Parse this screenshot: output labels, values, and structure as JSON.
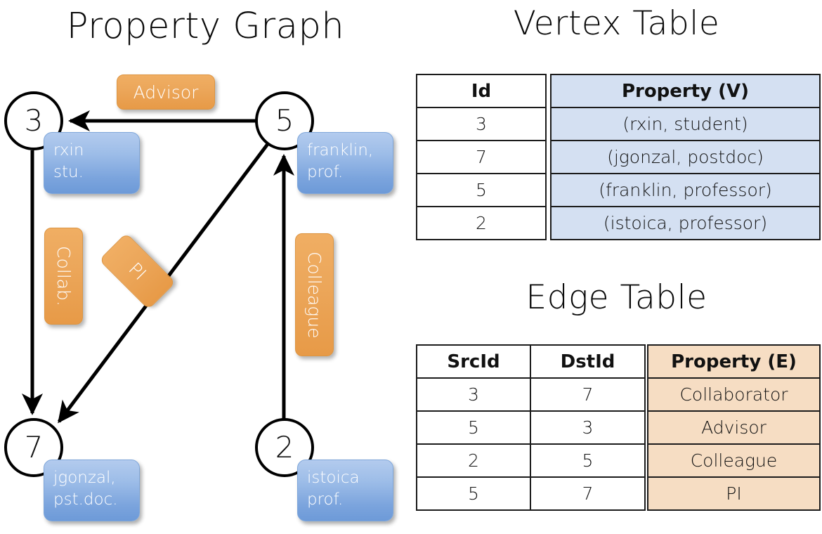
{
  "titles": {
    "property_graph": "Property Graph",
    "vertex_table": "Vertex Table",
    "edge_table": "Edge Table"
  },
  "graph": {
    "nodes": [
      {
        "id": "3",
        "label": "3",
        "property_lines": [
          "rxin",
          "stu."
        ]
      },
      {
        "id": "5",
        "label": "5",
        "property_lines": [
          "franklin,",
          "prof."
        ]
      },
      {
        "id": "7",
        "label": "7",
        "property_lines": [
          "jgonzal,",
          "pst.doc."
        ]
      },
      {
        "id": "2",
        "label": "2",
        "property_lines": [
          "istoica",
          "prof."
        ]
      }
    ],
    "edge_labels": [
      {
        "name": "advisor",
        "text": "Advisor"
      },
      {
        "name": "collab",
        "text": "Collab."
      },
      {
        "name": "pi",
        "text": "PI"
      },
      {
        "name": "colleague",
        "text": "Colleague"
      }
    ],
    "edges": [
      {
        "from": "5",
        "to": "3",
        "label": "Advisor"
      },
      {
        "from": "3",
        "to": "7",
        "label": "Collab."
      },
      {
        "from": "5",
        "to": "7",
        "label": "PI"
      },
      {
        "from": "2",
        "to": "5",
        "label": "Colleague"
      }
    ]
  },
  "vertex_table": {
    "headers": [
      "Id",
      "Property (V)"
    ],
    "rows": [
      {
        "id": "3",
        "property": "(rxin, student)"
      },
      {
        "id": "7",
        "property": "(jgonzal, postdoc)"
      },
      {
        "id": "5",
        "property": "(franklin, professor)"
      },
      {
        "id": "2",
        "property": "(istoica, professor)"
      }
    ]
  },
  "edge_table": {
    "headers": [
      "SrcId",
      "DstId",
      "Property (E)"
    ],
    "rows": [
      {
        "src": "3",
        "dst": "7",
        "property": "Collaborator"
      },
      {
        "src": "5",
        "dst": "3",
        "property": "Advisor"
      },
      {
        "src": "2",
        "dst": "5",
        "property": "Colleague"
      },
      {
        "src": "5",
        "dst": "7",
        "property": "PI"
      }
    ]
  },
  "colors": {
    "vertex_property_fill": "#d4e0f2",
    "edge_property_fill": "#f6ddc3",
    "node_property_box": "#7ba4dd",
    "edge_label_box": "#eca75b",
    "stroke": "#000000"
  }
}
